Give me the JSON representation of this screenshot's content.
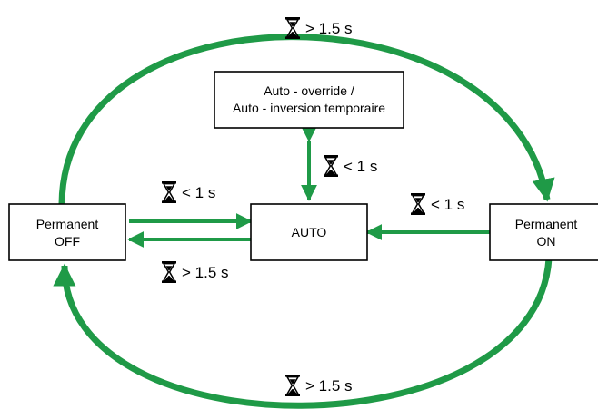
{
  "colors": {
    "arrow": "#1f9a47",
    "box_border": "#000000",
    "text": "#000000",
    "icon": "#000000"
  },
  "icon": "hourglass-icon",
  "nodes": {
    "override": {
      "line1": "Auto - override /",
      "line2": "Auto - inversion temporaire"
    },
    "perm_off": {
      "line1": "Permanent",
      "line2": "OFF"
    },
    "auto": {
      "label": "AUTO"
    },
    "perm_on": {
      "line1": "Permanent",
      "line2": "ON"
    }
  },
  "transitions": {
    "top_arc": "> 1.5 s",
    "bottom_arc": "> 1.5 s",
    "auto_override": "< 1 s",
    "off_to_auto": "< 1 s",
    "auto_to_off": "> 1.5 s",
    "on_to_auto": "< 1 s"
  }
}
